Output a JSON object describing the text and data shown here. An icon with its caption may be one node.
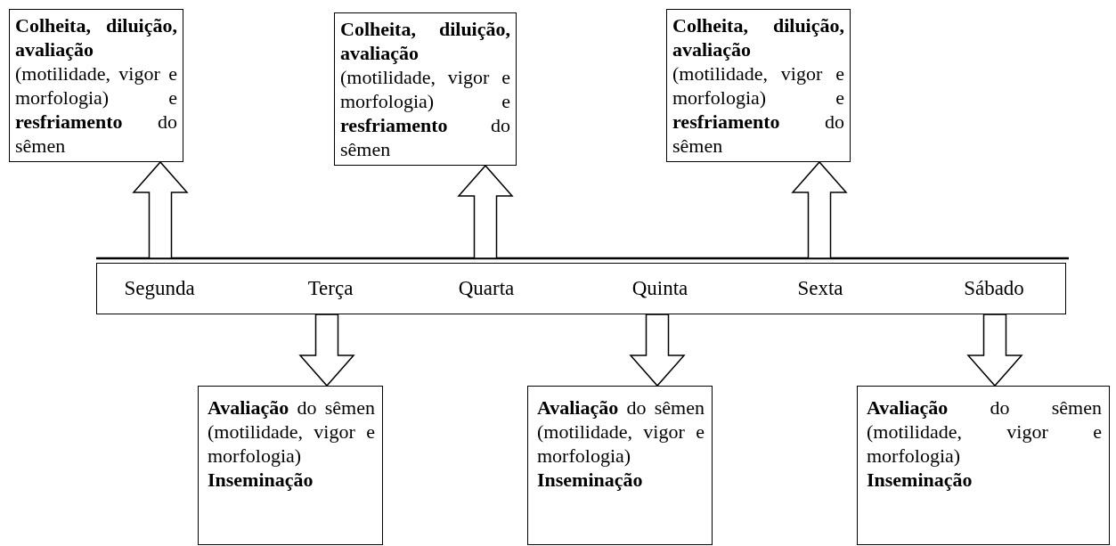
{
  "diagram": {
    "nodes": [
      {
        "text": [
          "**Colheita, diluição, avaliação** (motilidade, vigor e morfologia) e **resfriamento** do sêmen"
        ]
      },
      {
        "text": [
          "**Colheita, diluição, avaliação** (motilidade, vigor e morfologia) e **resfriamento** do sêmen"
        ]
      },
      {
        "text": [
          "**Colheita, diluição, avaliação** (motilidade, vigor e morfologia) e **resfriamento** do sêmen"
        ]
      },
      {
        "text": [
          "Segunda",
          "Terça",
          "Quarta",
          "Quinta",
          "Sexta",
          "Sábado"
        ]
      },
      {
        "text": [
          "**Avaliação** do sêmen (motilidade, vigor e morfologia)",
          "Inseminação"
        ]
      },
      {
        "text": [
          "**Avaliação** do sêmen (motilidade, vigor e morfologia)",
          "Inseminação"
        ]
      },
      {
        "text": [
          "**Avaliação** do sêmen (motilidade, vigor e morfologia)",
          "Inseminação"
        ]
      }
    ],
    "edges": [
      {
        "from": 3,
        "to": 0,
        "arrow": "to"
      },
      {
        "from": 3,
        "to": 1,
        "arrow": "to"
      },
      {
        "from": 3,
        "to": 2,
        "arrow": "to"
      },
      {
        "from": 3,
        "to": 4,
        "arrow": "to"
      },
      {
        "from": 3,
        "to": 5,
        "arrow": "to"
      },
      {
        "from": 3,
        "to": 6,
        "arrow": "to"
      }
    ]
  }
}
